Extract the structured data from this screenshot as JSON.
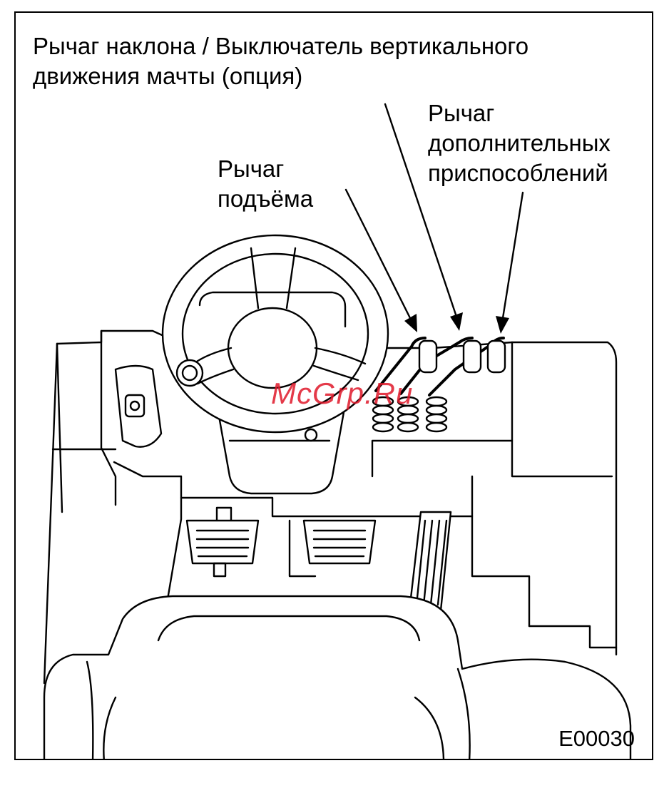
{
  "labels": {
    "tilt": "Рычаг наклона / Выключатель вертикального\nдвижения мачты (опция)",
    "lift": "Рычаг\nподъёма",
    "attachments": "Рычаг\nдополнительных\nприспособлений"
  },
  "figure_code": "E00030",
  "watermark": "McGrp.Ru",
  "colors": {
    "line": "#000000",
    "background": "#ffffff",
    "watermark": "#e0182a"
  }
}
